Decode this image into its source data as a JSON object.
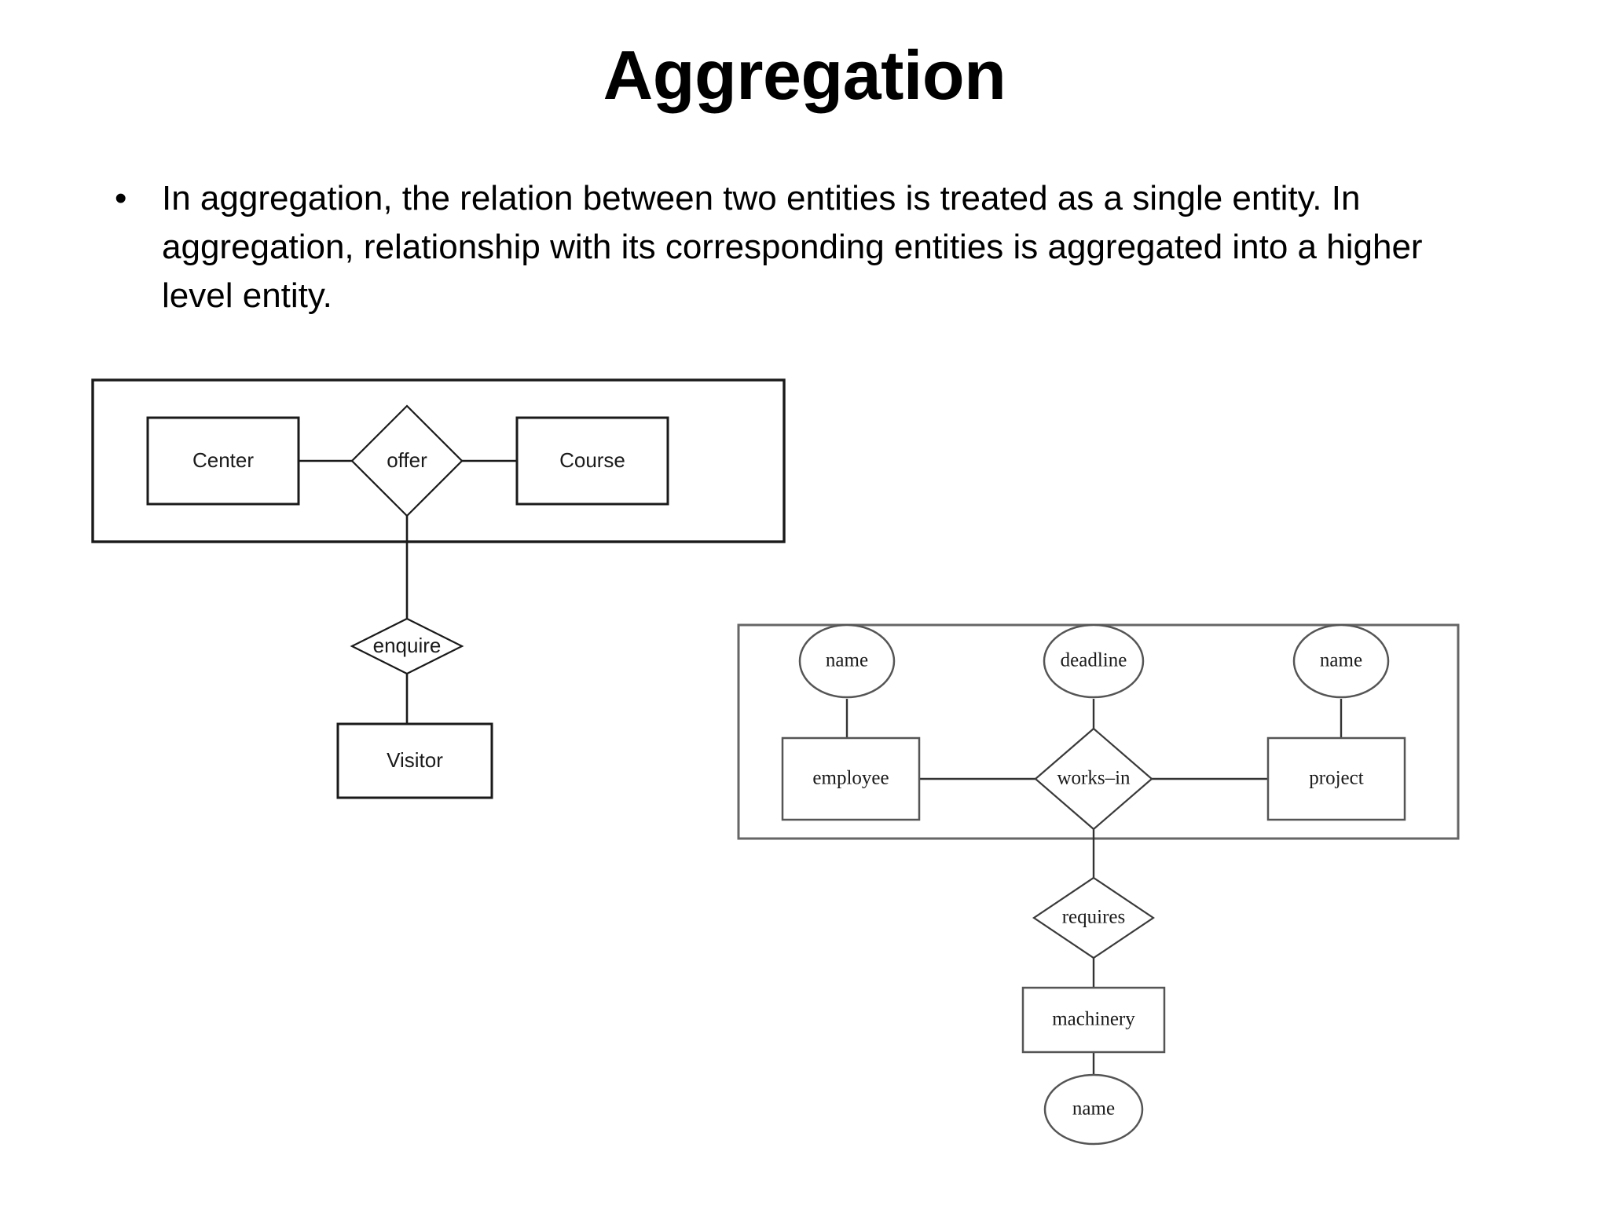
{
  "slide": {
    "title": "Aggregation",
    "bullets": [
      {
        "marker": "•",
        "text": "In aggregation, the relation between two entities is treated as a single entity. In aggregation, relationship with its corresponding entities is aggregated into a higher level entity."
      }
    ]
  },
  "diagram_one": {
    "caption": "",
    "aggregation_box_label": "",
    "entities": [
      {
        "id": "center",
        "label": "Center",
        "shape": "rectangle"
      },
      {
        "id": "course",
        "label": "Course",
        "shape": "rectangle"
      },
      {
        "id": "visitor",
        "label": "Visitor",
        "shape": "rectangle"
      }
    ],
    "relationships": [
      {
        "id": "offer",
        "label": "offer",
        "shape": "diamond"
      },
      {
        "id": "enquire",
        "label": "enquire",
        "shape": "diamond"
      }
    ],
    "links": [
      {
        "from": "center",
        "to": "offer"
      },
      {
        "from": "offer",
        "to": "course"
      },
      {
        "from": "offer",
        "to": "enquire"
      },
      {
        "from": "enquire",
        "to": "visitor"
      }
    ]
  },
  "diagram_two": {
    "caption": "",
    "entities": [
      {
        "id": "employee",
        "label": "employee",
        "shape": "rectangle"
      },
      {
        "id": "project",
        "label": "project",
        "shape": "rectangle"
      },
      {
        "id": "machinery",
        "label": "machinery",
        "shape": "rectangle"
      }
    ],
    "relationships": [
      {
        "id": "works-in",
        "label": "works–in",
        "shape": "diamond"
      },
      {
        "id": "requires",
        "label": "requires",
        "shape": "diamond"
      }
    ],
    "attributes": [
      {
        "id": "employee-name",
        "label": "name",
        "shape": "ellipse",
        "owner": "employee"
      },
      {
        "id": "works-in-deadline",
        "label": "deadline",
        "shape": "ellipse",
        "owner": "works-in"
      },
      {
        "id": "project-name",
        "label": "name",
        "shape": "ellipse",
        "owner": "project"
      },
      {
        "id": "machinery-name",
        "label": "name",
        "shape": "ellipse",
        "owner": "machinery"
      }
    ],
    "links": [
      {
        "from": "employee-name",
        "to": "employee"
      },
      {
        "from": "employee",
        "to": "works-in"
      },
      {
        "from": "works-in-deadline",
        "to": "works-in"
      },
      {
        "from": "works-in",
        "to": "project"
      },
      {
        "from": "project-name",
        "to": "project"
      },
      {
        "from": "works-in",
        "to": "requires"
      },
      {
        "from": "requires",
        "to": "machinery"
      },
      {
        "from": "machinery",
        "to": "machinery-name"
      }
    ]
  },
  "colors": {
    "background": "#ffffff",
    "text": "#000000",
    "stroke_dark": "#1a1a1a",
    "stroke_soft": "#555555"
  }
}
